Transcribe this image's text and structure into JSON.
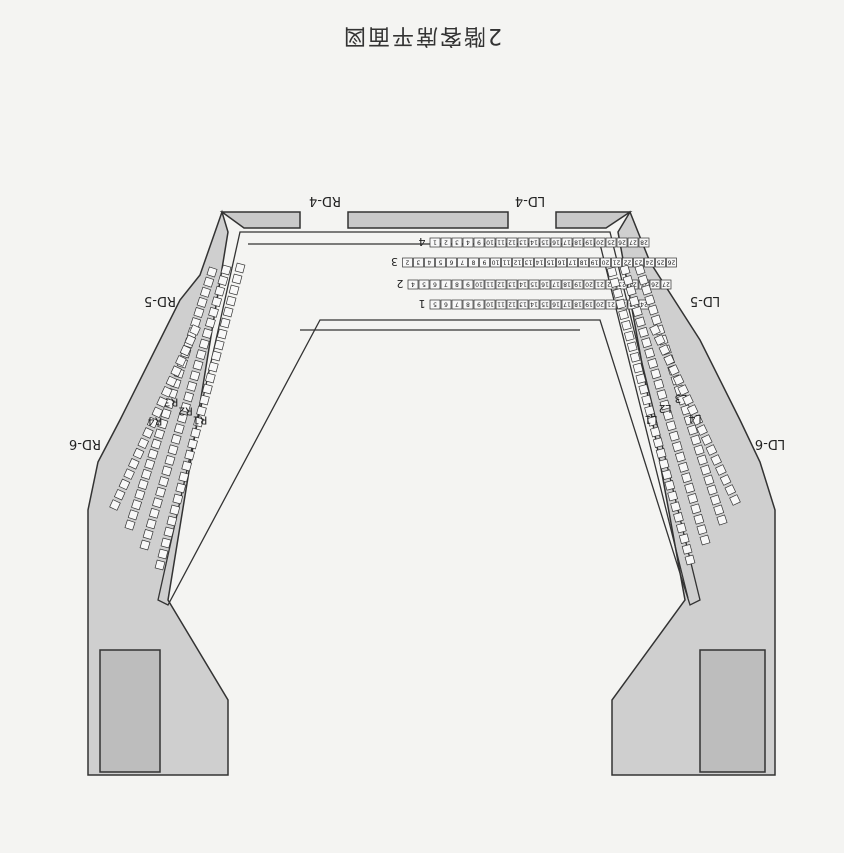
{
  "title": "2階客席平面図",
  "doors": [
    "LD-4",
    "RD-4",
    "LD-5",
    "RD-5",
    "LD-6",
    "RD-6"
  ],
  "center_rows": [
    {
      "label": "1",
      "seats": [
        "5",
        "6",
        "7",
        "8",
        "9",
        "10",
        "11",
        "12",
        "13",
        "14",
        "15",
        "16",
        "17",
        "18",
        "19",
        "20",
        "21",
        "22",
        "23",
        "24"
      ]
    },
    {
      "label": "2",
      "seats": [
        "4",
        "5",
        "6",
        "7",
        "8",
        "9",
        "10",
        "11",
        "12",
        "13",
        "14",
        "15",
        "16",
        "17",
        "18",
        "19",
        "20",
        "21",
        "22",
        "23",
        "24",
        "25",
        "26",
        "27"
      ]
    },
    {
      "label": "3",
      "seats": [
        "2",
        "3",
        "4",
        "5",
        "6",
        "7",
        "8",
        "9",
        "10",
        "11",
        "12",
        "13",
        "14",
        "15",
        "16",
        "17",
        "18",
        "19",
        "20",
        "21",
        "22",
        "23",
        "24",
        "25",
        "26"
      ]
    },
    {
      "label": "4",
      "seats": [
        "1",
        "2",
        "3",
        "4",
        "9",
        "10",
        "11",
        "12",
        "13",
        "14",
        "15",
        "16",
        "17",
        "18",
        "19",
        "20",
        "25",
        "26",
        "27",
        "28"
      ]
    }
  ],
  "left_rows": [
    "L1",
    "L2",
    "L3",
    "L4"
  ],
  "right_rows": [
    "R1",
    "R2",
    "R3",
    "R4"
  ]
}
